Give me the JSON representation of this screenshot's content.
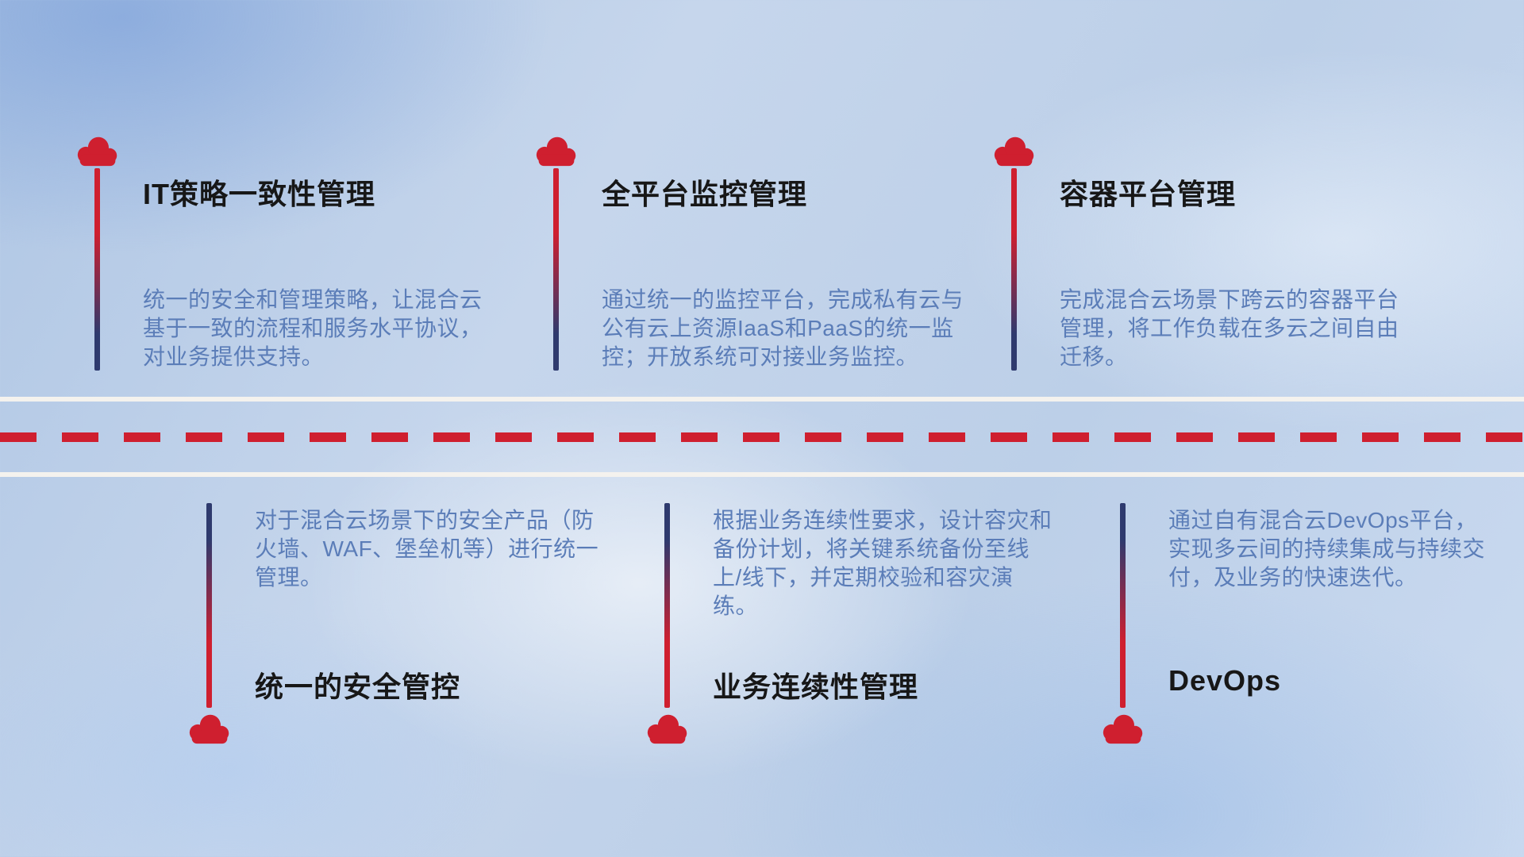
{
  "colors": {
    "accent-red": "#cf1f2f",
    "navy": "#2e3a6e",
    "desc-blue": "#5b7db8",
    "title-dark": "#171717",
    "road-white": "#f4f2ee"
  },
  "items": [
    {
      "title": "IT策略一致性管理",
      "description": "统一的安全和管理策略，让混合云基于一致的流程和服务水平协议，对业务提供支持。"
    },
    {
      "title": "全平台监控管理",
      "description": "通过统一的监控平台，完成私有云与公有云上资源IaaS和PaaS的统一监控；开放系统可对接业务监控。"
    },
    {
      "title": "容器平台管理",
      "description": "完成混合云场景下跨云的容器平台管理，将工作负载在多云之间自由迁移。"
    },
    {
      "title": "统一的安全管控",
      "description": "对于混合云场景下的安全产品（防火墙、WAF、堡垒机等）进行统一管理。"
    },
    {
      "title": "业务连续性管理",
      "description": "根据业务连续性要求，设计容灾和备份计划，将关键系统备份至线上/线下，并定期校验和容灾演练。"
    },
    {
      "title": "DevOps",
      "description": "通过自有混合云DevOps平台，实现多云间的持续集成与持续交付，及业务的快速迭代。"
    }
  ]
}
